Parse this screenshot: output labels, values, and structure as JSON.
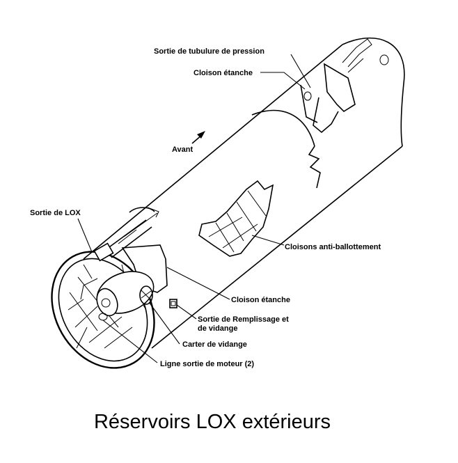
{
  "title": "Réservoirs LOX extérieurs",
  "direction_label": "Avant",
  "labels": {
    "pressure_outlet": "Sortie de tubulure de pression",
    "bulkhead_top": "Cloison étanche",
    "lox_outlet": "Sortie de LOX",
    "anti_slosh": "Cloisons anti-ballottement",
    "bulkhead_bottom": "Cloison étanche",
    "fill_drain_1": "Sortie de Remplissage et",
    "fill_drain_2": "de vidange",
    "drain_sump": "Carter de vidange",
    "engine_line": "Ligne sortie de moteur (2)"
  }
}
